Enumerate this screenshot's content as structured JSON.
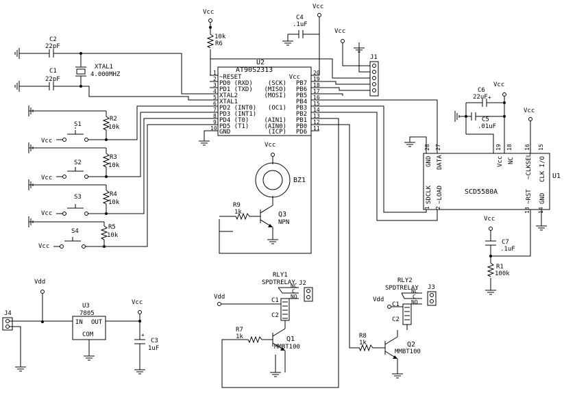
{
  "u2": {
    "ref": "U2",
    "part": "AT90S2313",
    "left_pins": [
      {
        "num": "1",
        "name": "~RESET"
      },
      {
        "num": "2",
        "name": "PD0 (RXD)"
      },
      {
        "num": "3",
        "name": "PD1 (TXD)"
      },
      {
        "num": "4",
        "name": "XTAL2"
      },
      {
        "num": "5",
        "name": "XTAL1"
      },
      {
        "num": "6",
        "name": "PD2 (INT0)"
      },
      {
        "num": "7",
        "name": "PD3 (INT1)"
      },
      {
        "num": "8",
        "name": "PD4 (T0)"
      },
      {
        "num": "9",
        "name": "PD5 (T1)"
      },
      {
        "num": "10",
        "name": "GND"
      }
    ],
    "right_pins": [
      {
        "num": "20",
        "name": "Vcc"
      },
      {
        "num": "19",
        "name": "(SCK)",
        "port": "PB7"
      },
      {
        "num": "18",
        "name": "(MISO)",
        "port": "PB6"
      },
      {
        "num": "17",
        "name": "(MOSI)",
        "port": "PB5"
      },
      {
        "num": "16",
        "name": "",
        "port": "PB4"
      },
      {
        "num": "15",
        "name": "(OC1)",
        "port": "PB3"
      },
      {
        "num": "14",
        "name": "",
        "port": "PB2"
      },
      {
        "num": "13",
        "name": "(AIN1)",
        "port": "PB1"
      },
      {
        "num": "12",
        "name": "(AIN0)",
        "port": "PB0"
      },
      {
        "num": "11",
        "name": "(ICP)",
        "port": "PD6"
      }
    ]
  },
  "u1": {
    "ref": "U1",
    "part": "SCD5580A",
    "pins": {
      "gnd_top": "GND",
      "gnd_top_num": "28",
      "data": "DATA",
      "data_num": "27",
      "vcc": "Vcc",
      "vcc_num": "19",
      "nc": "NC",
      "nc_num": "18",
      "clksel": "~CLKSEL",
      "clksel_num": "16",
      "clkio": "CLK I/O",
      "clkio_num": "15",
      "sdclk": "SDCLK",
      "sdclk_num": "1",
      "load": "~LOAD",
      "load_num": "2",
      "rst": "~RST",
      "rst_num": "13",
      "gnd_bot": "GND",
      "gnd_bot_num": "14"
    }
  },
  "u3": {
    "ref": "U3",
    "part": "7805",
    "in": "IN",
    "out": "OUT",
    "com": "COM"
  },
  "power": {
    "vcc": "Vcc",
    "vdd": "Vdd"
  },
  "crystal": {
    "ref": "XTAL1",
    "value": "4.000MHZ"
  },
  "caps": {
    "c1": {
      "ref": "C1",
      "value": "22pF"
    },
    "c2": {
      "ref": "C2",
      "value": "22pF"
    },
    "c3": {
      "ref": "C3",
      "value": "1uF"
    },
    "c4": {
      "ref": "C4",
      "value": ".1uF"
    },
    "c5": {
      "ref": "C5",
      "value": ".01uF"
    },
    "c6": {
      "ref": "C6",
      "value": "22uF"
    },
    "c7": {
      "ref": "C7",
      "value": ".1uF"
    }
  },
  "resistors": {
    "r1": {
      "ref": "R1",
      "value": "100k"
    },
    "r2": {
      "ref": "R2",
      "value": "10k"
    },
    "r3": {
      "ref": "R3",
      "value": "10k"
    },
    "r4": {
      "ref": "R4",
      "value": "10k"
    },
    "r5": {
      "ref": "R5",
      "value": "10k"
    },
    "r6": {
      "ref": "R6",
      "value": "10k"
    },
    "r7": {
      "ref": "R7",
      "value": "1k"
    },
    "r8": {
      "ref": "R8",
      "value": "1k"
    },
    "r9": {
      "ref": "R9",
      "value": "1k"
    }
  },
  "switches": {
    "s1": "S1",
    "s2": "S2",
    "s3": "S3",
    "s4": "S4"
  },
  "buzzer": {
    "ref": "BZ1"
  },
  "transistors": {
    "q1": {
      "ref": "Q1",
      "type": "MMBT100"
    },
    "q2": {
      "ref": "Q2",
      "type": "MMBT100"
    },
    "q3": {
      "ref": "Q3",
      "type": "NPN"
    }
  },
  "relays": {
    "rly1": {
      "ref": "RLY1",
      "type": "SPDTRELAY",
      "c1": "C1",
      "c2": "C2",
      "nc": "NC",
      "c": "C",
      "no": "NO"
    },
    "rly2": {
      "ref": "RLY2",
      "type": "SPDTRELAY",
      "c1": "C1",
      "c2": "C2",
      "nc": "NC",
      "c": "C",
      "no": "NO"
    }
  },
  "connectors": {
    "j1": "J1",
    "j2": "J2",
    "j3": "J3",
    "j4": "J4"
  }
}
